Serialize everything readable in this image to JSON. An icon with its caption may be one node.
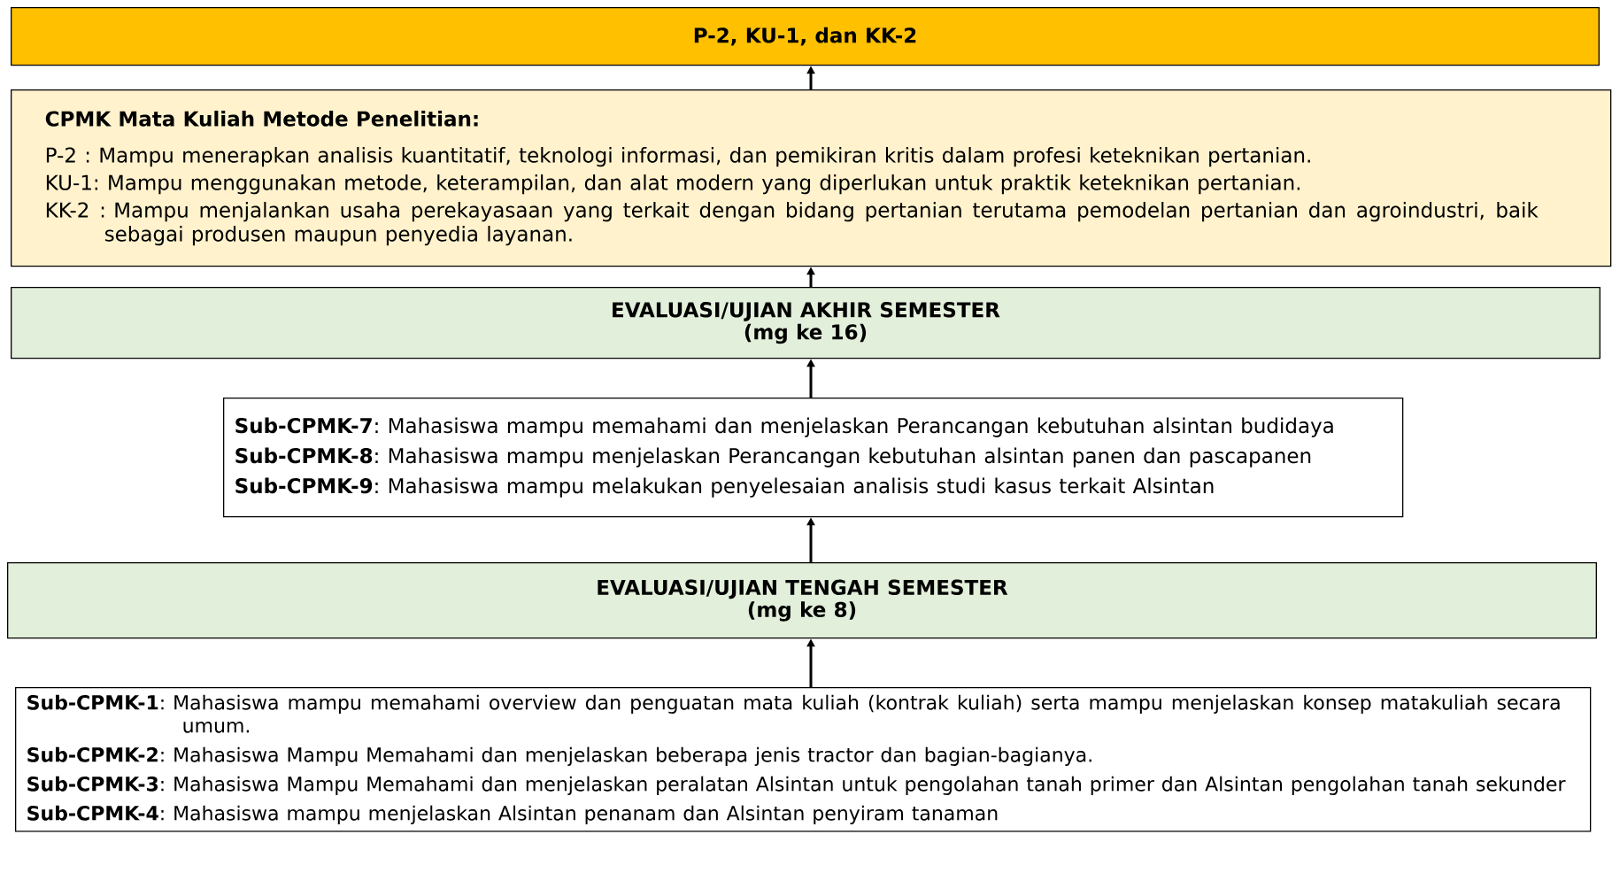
{
  "diagram": {
    "nodes": [
      {
        "text": [
          "P-2, KU-1, dan KK-2"
        ]
      },
      {
        "text": [
          "CPMK Mata Kuliah Metode Penelitian:",
          "P-2 : Mampu menerapkan analisis kuantitatif, teknologi informasi, dan pemikiran kritis dalam profesi keteknikan pertanian.",
          "KU-1: Mampu menggunakan metode, keterampilan, dan alat modern yang diperlukan untuk praktik keteknikan pertanian.",
          "KK-2 : Mampu menjalankan usaha perekayasaan yang terkait dengan bidang pertanian terutama pemodelan pertanian dan agroindustri, baik sebagai produsen maupun penyedia layanan."
        ]
      },
      {
        "text": [
          "EVALUASI/UJIAN AKHIR SEMESTER",
          "(mg ke 16)"
        ]
      },
      {
        "text": [
          "**Sub-CPMK-7**: Mahasiswa mampu memahami dan menjelaskan Perancangan kebutuhan alsintan budidaya",
          "**Sub-CPMK-8**: Mahasiswa mampu menjelaskan Perancangan kebutuhan alsintan panen dan pascapanen",
          "**Sub-CPMK-9**: Mahasiswa mampu melakukan penyelesaian analisis studi kasus terkait Alsintan"
        ]
      },
      {
        "text": [
          "EVALUASI/UJIAN TENGAH SEMESTER",
          "(mg ke 8)"
        ]
      },
      {
        "text": [
          "**Sub-CPMK-1**: Mahasiswa mampu memahami overview dan penguatan mata kuliah (kontrak kuliah) serta mampu menjelaskan konsep matakuliah secara umum.",
          "**Sub-CPMK-2**: Mahasiswa Mampu Memahami dan menjelaskan beberapa jenis tractor dan bagian-bagianya.",
          "**Sub-CPMK-3**: Mahasiswa Mampu Memahami dan menjelaskan peralatan Alsintan untuk pengolahan tanah primer dan Alsintan pengolahan tanah sekunder",
          "**Sub-CPMK-4**: Mahasiswa mampu menjelaskan Alsintan penanam dan Alsintan penyiram tanaman"
        ]
      }
    ],
    "edges": [
      {
        "from": 1,
        "to": 0,
        "arrow": "to"
      },
      {
        "from": 2,
        "to": 1,
        "arrow": "to"
      },
      {
        "from": 3,
        "to": 2,
        "arrow": "to"
      },
      {
        "from": 4,
        "to": 3,
        "arrow": "to"
      },
      {
        "from": 5,
        "to": 4,
        "arrow": "to"
      }
    ]
  }
}
